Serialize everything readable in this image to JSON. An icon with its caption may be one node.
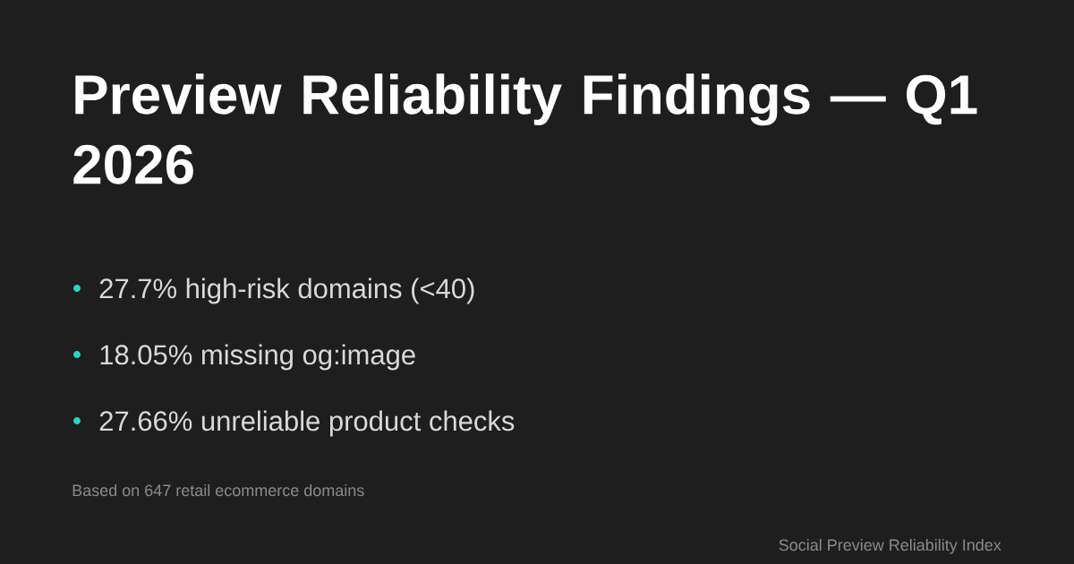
{
  "diagram": {
    "title": "Preview Reliability Findings — Q1 2026",
    "labels": [
      "27.7% high-risk domains (<40)",
      "18.05% missing og:image",
      "27.66% unreliable product checks",
      "Based on 647 retail ecommerce domains",
      "Social Preview Reliability Index"
    ]
  }
}
